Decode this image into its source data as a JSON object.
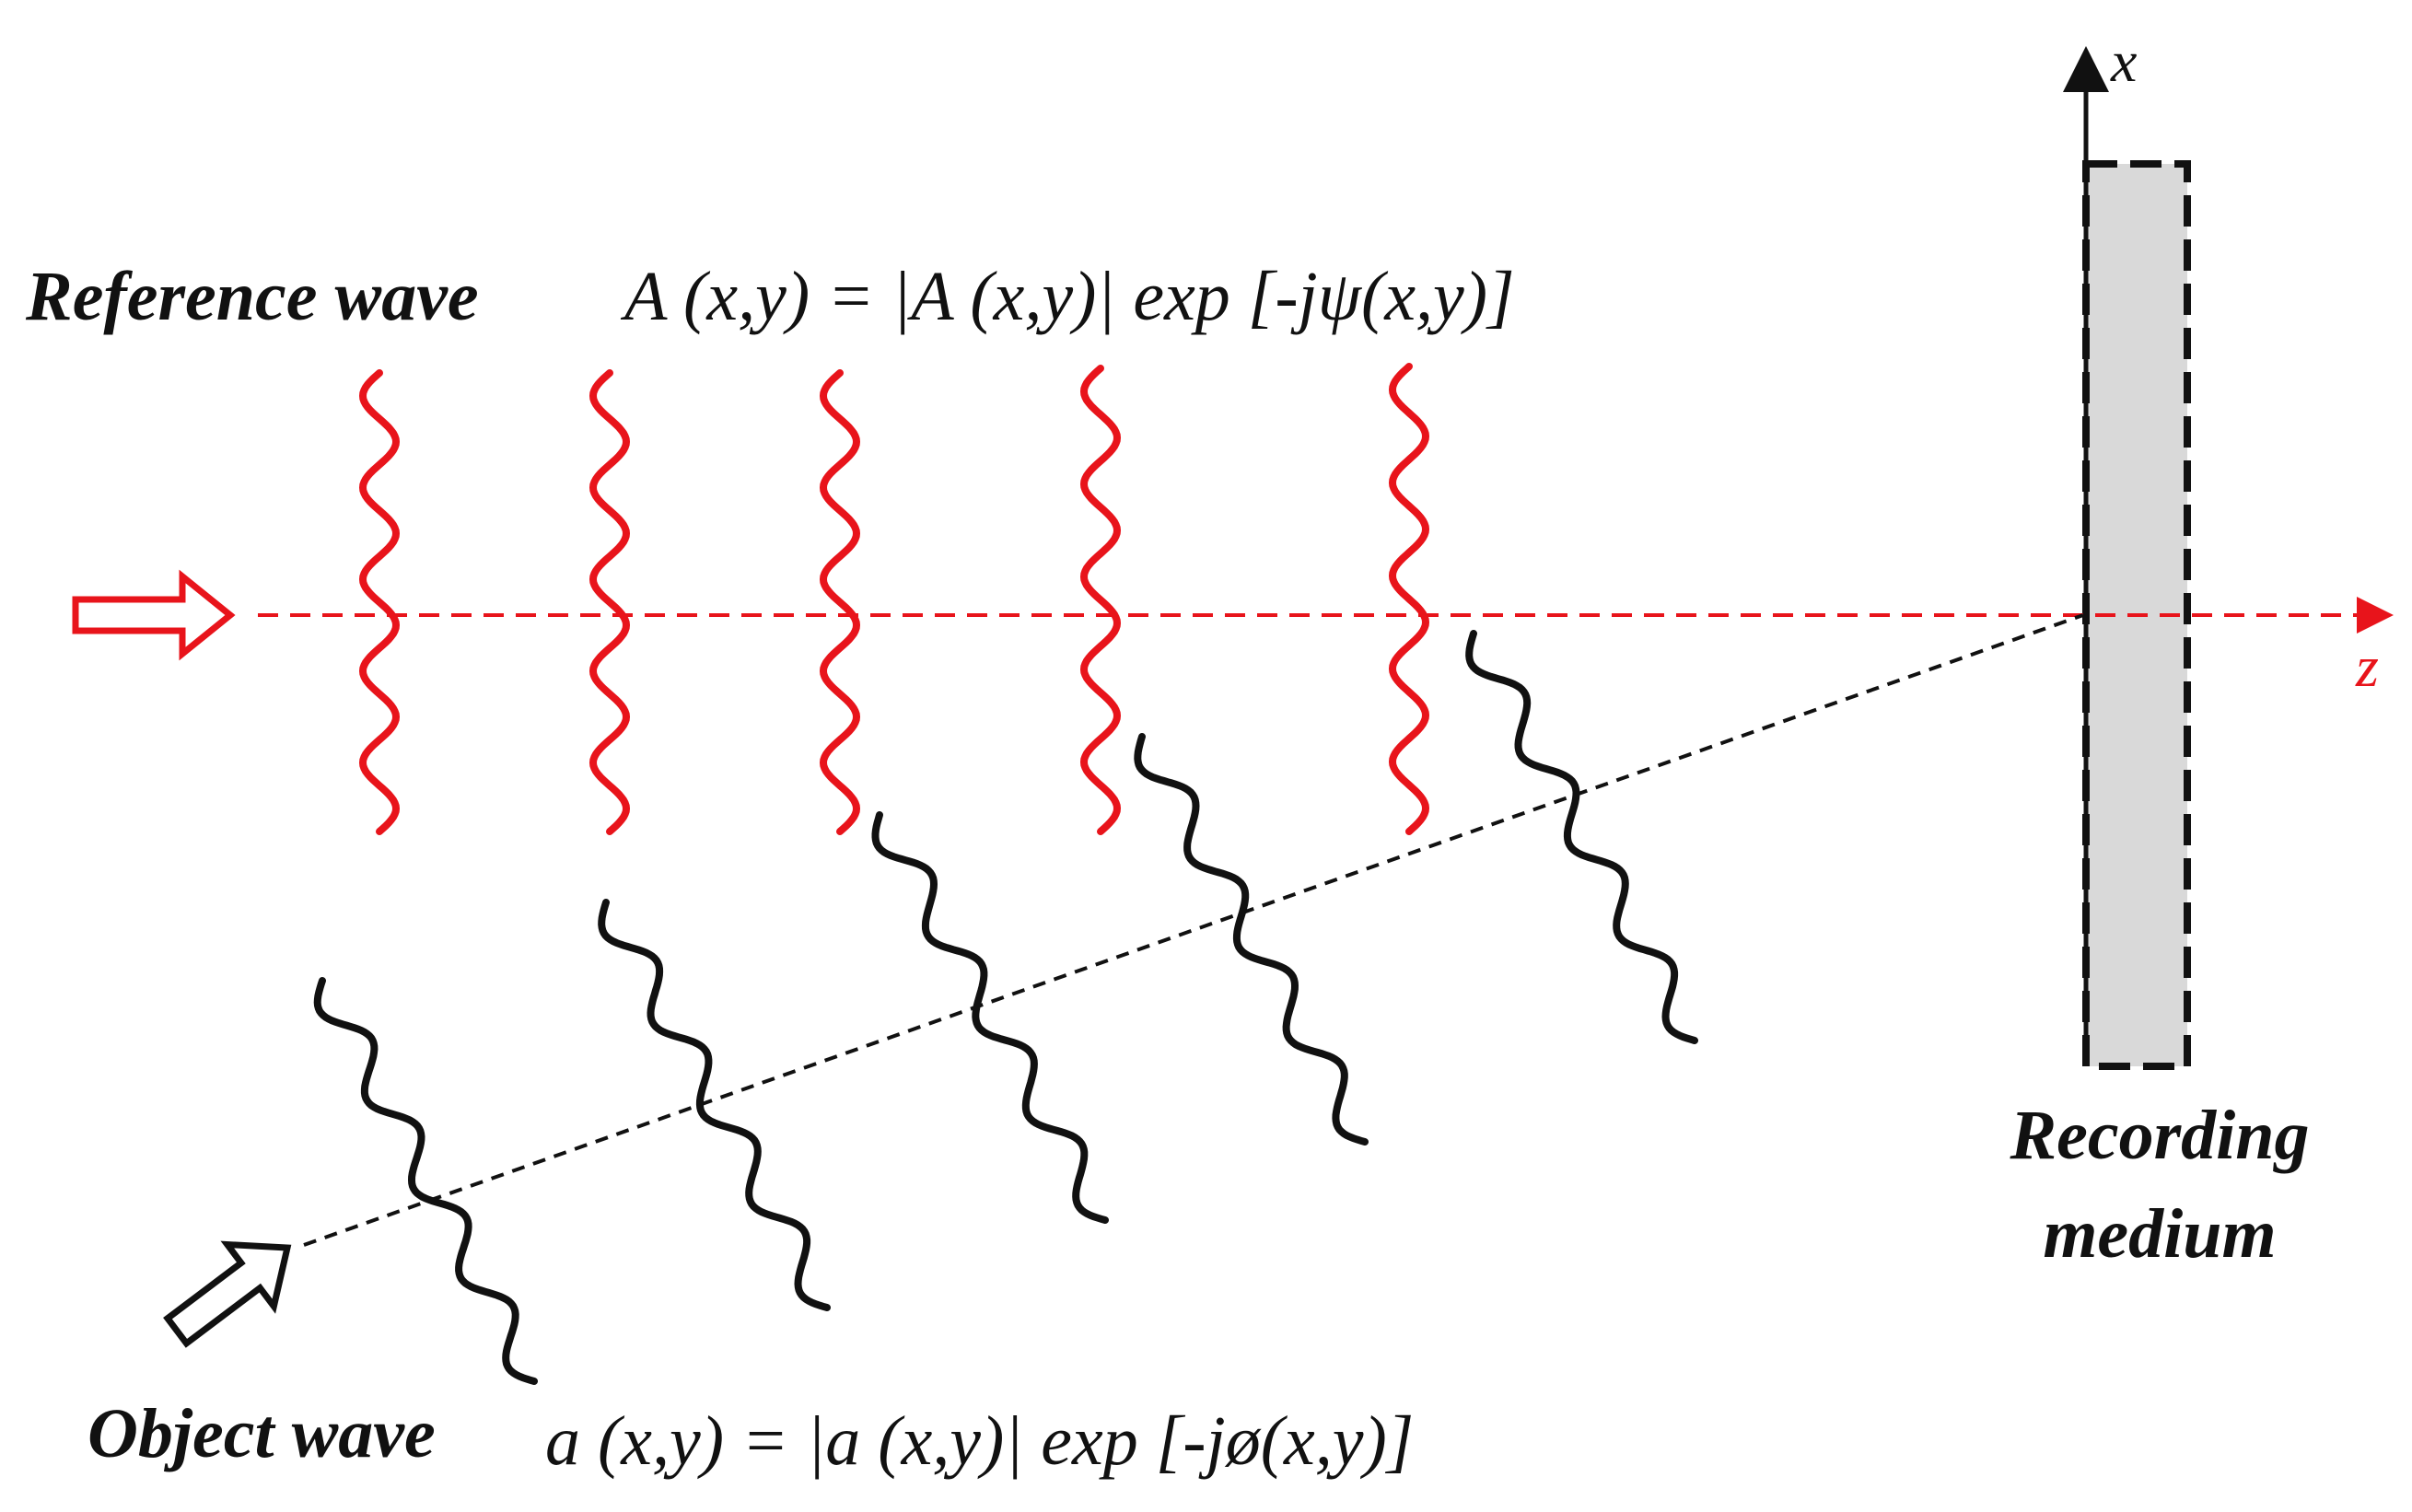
{
  "diagram": {
    "reference_label": "Reference wave",
    "reference_equation": "A (x,y) = |A (x,y)| exp [-jψ(x,y)]",
    "object_label": "Object wave",
    "object_equation": "a (x,y) = |a (x,y)| exp [-jø(x,y)]",
    "axis_x_label": "x",
    "axis_z_label": "z",
    "medium_label_line1": "Recording",
    "medium_label_line2": "medium"
  },
  "colors": {
    "reference": "#e8141b",
    "object": "#111111",
    "medium_fill": "#d9d9d9"
  }
}
